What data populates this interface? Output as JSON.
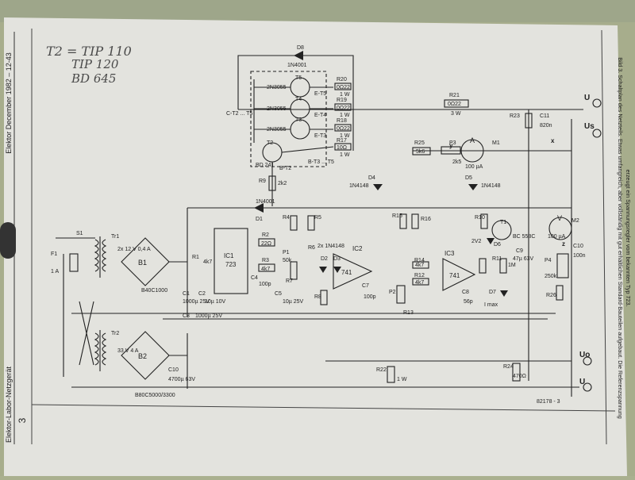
{
  "handwritten_note": [
    "T2 = TIP 110",
    "TIP 120",
    "BD 645"
  ],
  "header_vertical": "Elektor December 1982 – 12-43",
  "footer_vertical": "Elektor-Labor-Netzgerät",
  "page_number": "3",
  "caption_vertical": [
    "Bild 3. Schaltplan des Netzteils. Etwas umfangreich, aber vollständig mit gut erhältlichen Standard-Bauteilen aufgebaut. Die Referenzspannung",
    "erzeugt ein Spannungsregler vom bekannten Typ 723."
  ],
  "figure_code": "82178 - 3",
  "components": {
    "D8": "D8",
    "D8_type": "1N4001",
    "T5": "T5",
    "T5_type": "2N3055",
    "T4": "T4",
    "T4_type": "2N3055",
    "T3": "T3",
    "T3_type": "2N3055",
    "T2": "T2",
    "T2_type": "BD 241",
    "R20": "R20",
    "R20_val": "0Ω22",
    "R20_node": "E-T5",
    "R20_w": "1 W",
    "R19": "R19",
    "R19_val": "0Ω22",
    "R19_node": "E-T4",
    "R19_w": "1 W",
    "R18": "R18",
    "R18_val": "0Ω22",
    "R18_node": "E-T3",
    "R18_w": "1 W",
    "R17": "R17",
    "R17_val": "10Ω",
    "R17_node": "B-T3 ... T5",
    "R17_w": "1 W",
    "C_node": "C-T2 ... T5",
    "B_node": "B-T2",
    "R21": "R21",
    "R21_val": "0Ω22",
    "R21_w": "3 W",
    "R23": "R23",
    "C11": "C11",
    "C11_val": "820n",
    "R25": "R25",
    "R25_val": "5k6",
    "P3": "P3",
    "P3_val": "2k5",
    "M1": "M1",
    "M1_sym": "A",
    "M1_val": "100 µA",
    "R9": "R9",
    "R9_val": "2k2",
    "D4": "D4",
    "D4_type": "1N4148",
    "D5": "D5",
    "D5_type": "1N4148",
    "D1": "D1",
    "D1_type": "1N4001",
    "S1": "S1",
    "F1": "F1",
    "F1_val": "1 A",
    "Tr1": "Tr1",
    "Tr1_val": "2x\n12 V\n0,4 A",
    "B1": "B1",
    "B1_type": "B40C1000",
    "R1": "R1",
    "R1_val": "4k7",
    "IC1": "IC1",
    "IC1_type": "723",
    "C1": "C1",
    "C1_val": "1000µ\n25V",
    "C2": "C2",
    "C2_val": "10µ\n10V",
    "C3": "C3",
    "C3_val": "1000µ\n25V",
    "C4": "C4",
    "C4_val": "100p",
    "C5": "C5",
    "C5_val": "10µ\n25V",
    "R2": "R2",
    "R2_val": "22Ω",
    "R3": "R3",
    "R3_val": "4k7",
    "R4": "R4",
    "R5": "R5",
    "P1": "P1",
    "P1_val": "50k",
    "R6": "R6",
    "R7": "R7",
    "R8": "R8",
    "D2": "D2",
    "D3": "D3",
    "D2D3_type": "2x\n1N4148",
    "IC2": "IC2",
    "IC2_type": "741",
    "C7": "C7",
    "C7_val": "100p",
    "R15": "R15",
    "R16": "R16",
    "P2": "P2",
    "R13": "R13",
    "R14": "R14",
    "R12": "R12",
    "R12_val": "4k7",
    "R14_val": "4k7",
    "IC3": "IC3",
    "IC3_type": "741",
    "C8": "C8",
    "C8_val": "56p",
    "D6": "D6",
    "D6_val": "2V2",
    "T1": "T1",
    "T1_type": "BC 558C",
    "R10": "R10",
    "R11": "R11",
    "R11_val": "1M",
    "D7": "D7",
    "D7_label": "I max",
    "C9": "C9",
    "C9_val": "47µ\n63V",
    "M2": "M2",
    "M2_sym": "V",
    "M2_val": "100 µA",
    "P4": "P4",
    "P4_val": "250k",
    "C10b": "C10",
    "C10b_val": "100n",
    "R26": "R26",
    "Tr2": "Tr2",
    "Tr2_val": "33 V\n4 A",
    "B2": "B2",
    "B2_type": "B80C5000/3300",
    "C10": "C10",
    "C10_val": "4700µ\n63V",
    "R22": "R22",
    "R22_w": "1 W",
    "R24": "R24",
    "R24_val": "470Ω"
  },
  "terminals": {
    "U_plus": "U",
    "Us": "Us",
    "Uo": "Uo",
    "U_minus": "U",
    "x": "x",
    "y": "y",
    "z": "z"
  }
}
